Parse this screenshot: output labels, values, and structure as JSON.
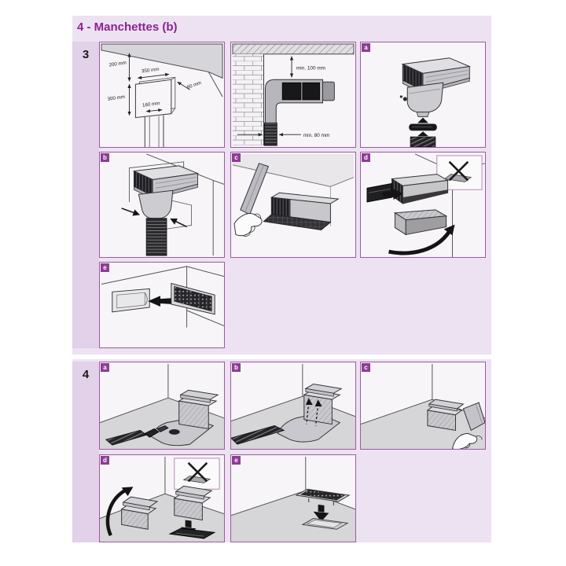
{
  "title": "4 - Manchettes (b)",
  "colors": {
    "accent": "#8e2192",
    "page_bg": "#ede2f1",
    "step_col_bg": "#e2d1e8",
    "panel_border": "#9c5aa2",
    "badge_bg": "#8e3c96",
    "panel_bg": "#f7f5f7"
  },
  "sections": [
    {
      "number": "3",
      "panels": [
        {
          "id": "dimensions",
          "label": ""
        },
        {
          "id": "clearances",
          "label": ""
        },
        {
          "id": "a",
          "label": "a"
        },
        {
          "id": "b",
          "label": "b"
        },
        {
          "id": "c",
          "label": "c"
        },
        {
          "id": "d",
          "label": "d"
        },
        {
          "id": "e",
          "label": "e"
        }
      ]
    },
    {
      "number": "4",
      "panels": [
        {
          "id": "a",
          "label": "a"
        },
        {
          "id": "b",
          "label": "b"
        },
        {
          "id": "c",
          "label": "c"
        },
        {
          "id": "d",
          "label": "d"
        },
        {
          "id": "e",
          "label": "e"
        }
      ]
    }
  ],
  "dimensions": {
    "recess_top_offset": "200 mm",
    "recess_width": "350 mm",
    "recess_height": "300 mm",
    "slot_width": "160 mm",
    "recess_depth": "80 mm",
    "min_top_clearance": "min. 100 mm",
    "min_side_clearance": "min. 80 mm"
  }
}
